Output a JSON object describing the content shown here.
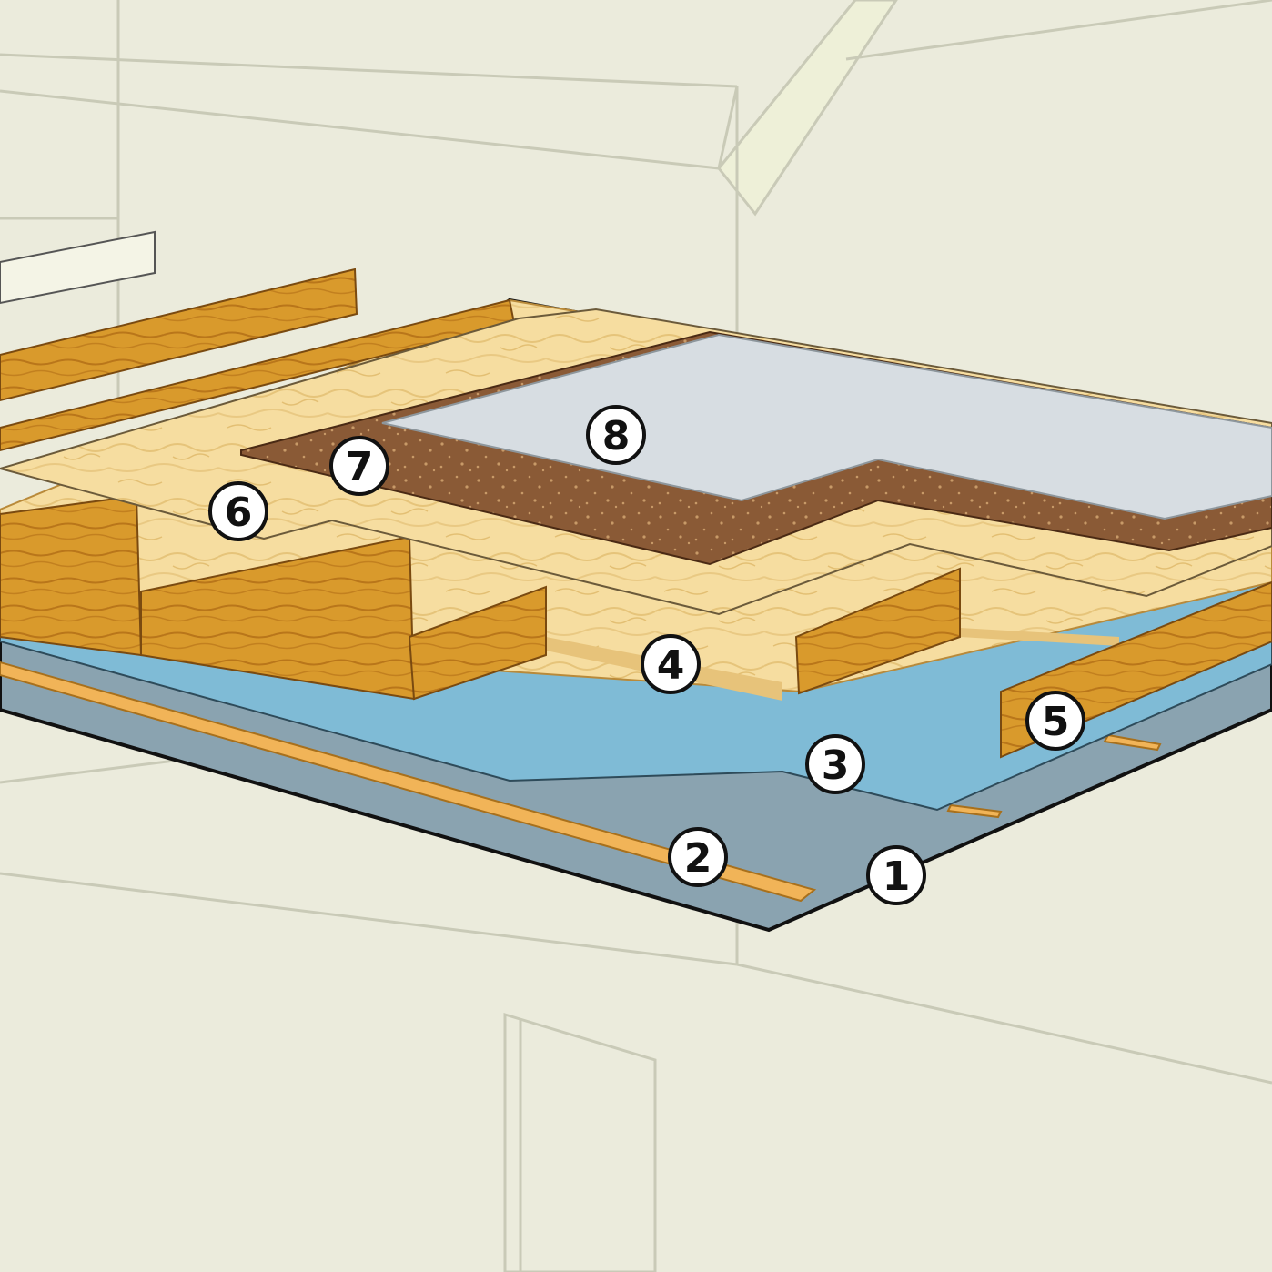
{
  "diagram": {
    "colors": {
      "background": "#ebebdc",
      "building_line": "#c9cab7",
      "base_membrane": "#8aa3b0",
      "blue_layer": "#7fbbd6",
      "wood_light": "#f6dda0",
      "wood_joist": "#d99a2c",
      "brown_layer": "#8a5a36",
      "grey_top": "#d7dde2"
    },
    "markers": [
      {
        "id": "1",
        "label": "1"
      },
      {
        "id": "2",
        "label": "2"
      },
      {
        "id": "3",
        "label": "3"
      },
      {
        "id": "4",
        "label": "4"
      },
      {
        "id": "5",
        "label": "5"
      },
      {
        "id": "6",
        "label": "6"
      },
      {
        "id": "7",
        "label": "7"
      },
      {
        "id": "8",
        "label": "8"
      }
    ]
  }
}
